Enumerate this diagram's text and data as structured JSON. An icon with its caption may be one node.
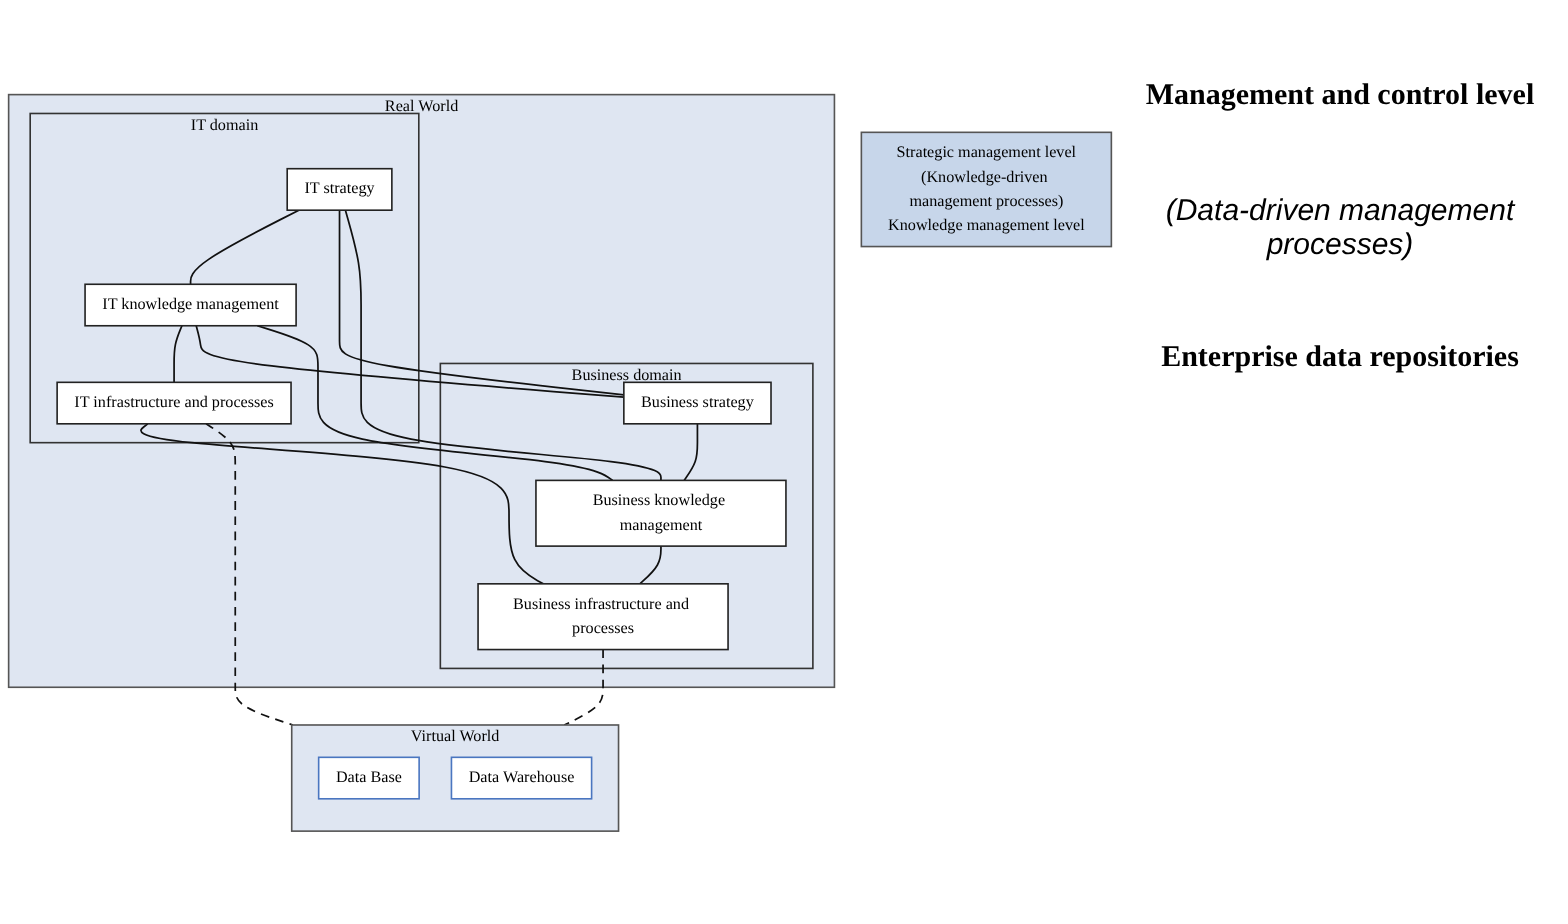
{
  "diagram": {
    "nodes": [
      {
        "text": [
          "Real World"
        ]
      },
      {
        "text": [
          "IT domain"
        ],
        "in": 0
      },
      {
        "text": [
          "IT strategy"
        ],
        "in": 1
      },
      {
        "text": [
          "IT knowledge management"
        ],
        "in": 1
      },
      {
        "text": [
          "IT infrastructure and processes"
        ],
        "in": 1
      },
      {
        "text": [
          "Business domain"
        ],
        "in": 0
      },
      {
        "text": [
          "Business strategy"
        ],
        "in": 5
      },
      {
        "text": [
          "Business knowledge management"
        ],
        "in": 5
      },
      {
        "text": [
          "Business infrastructure and processes"
        ],
        "in": 5
      },
      {
        "text": [
          "Strategic management level",
          "(Knowledge-driven management processes)",
          "Knowledge management level"
        ]
      },
      {
        "text": [
          "Virtual World"
        ]
      },
      {
        "text": [
          "Data Base"
        ],
        "in": 10
      },
      {
        "text": [
          "Data Warehouse"
        ],
        "in": 10
      }
    ],
    "edges": [
      {
        "from": 2,
        "to": 3,
        "arrow": "none"
      },
      {
        "from": 3,
        "to": 4,
        "arrow": "none"
      },
      {
        "from": 6,
        "to": 7,
        "arrow": "none"
      },
      {
        "from": 7,
        "to": 8,
        "arrow": "none"
      },
      {
        "from": 2,
        "to": 6,
        "arrow": "none"
      },
      {
        "from": 2,
        "to": 7,
        "arrow": "none"
      },
      {
        "from": 3,
        "to": 6,
        "arrow": "none"
      },
      {
        "from": 3,
        "to": 7,
        "arrow": "none"
      },
      {
        "from": 4,
        "to": 8,
        "arrow": "none"
      },
      {
        "from": 4,
        "to": 10,
        "arrow": "none",
        "style": "dashed"
      },
      {
        "from": 8,
        "to": 10,
        "arrow": "none",
        "style": "dashed"
      }
    ],
    "labels": [
      "Management and control level",
      "(Data-driven management processes)",
      "Enterprise data repositories"
    ]
  }
}
